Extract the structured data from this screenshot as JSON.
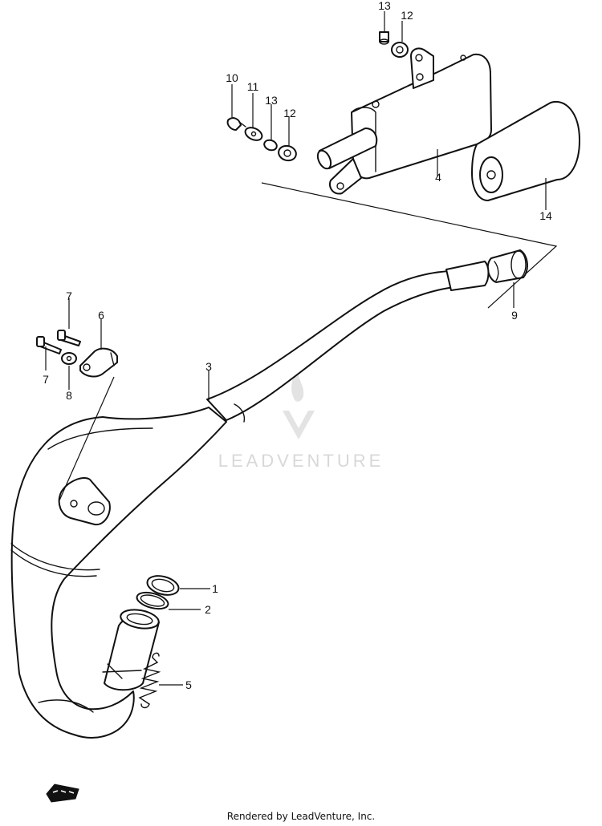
{
  "callouts": [
    {
      "id": "1",
      "text": "1"
    },
    {
      "id": "2",
      "text": "2"
    },
    {
      "id": "3",
      "text": "3"
    },
    {
      "id": "4",
      "text": "4"
    },
    {
      "id": "5",
      "text": "5"
    },
    {
      "id": "6",
      "text": "6"
    },
    {
      "id": "7a",
      "text": "7"
    },
    {
      "id": "7b",
      "text": "7"
    },
    {
      "id": "8",
      "text": "8"
    },
    {
      "id": "9",
      "text": "9"
    },
    {
      "id": "10",
      "text": "10"
    },
    {
      "id": "11",
      "text": "11"
    },
    {
      "id": "12a",
      "text": "12"
    },
    {
      "id": "12b",
      "text": "12"
    },
    {
      "id": "13a",
      "text": "13"
    },
    {
      "id": "13b",
      "text": "13"
    },
    {
      "id": "14",
      "text": "14"
    }
  ],
  "watermark": {
    "text": "LEADVENTURE"
  },
  "footer": {
    "text": "Rendered by LeadVenture, Inc."
  },
  "colors": {
    "line": "#111111",
    "watermark": "#d8d8d8",
    "background": "#ffffff"
  }
}
